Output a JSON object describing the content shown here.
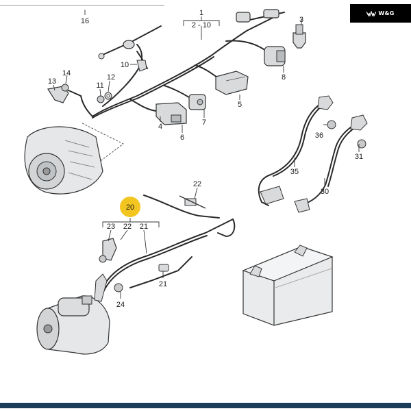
{
  "brand": {
    "text": "W&G",
    "mark_icon": "wings-icon"
  },
  "callouts": {
    "n1": "1",
    "n2_10": "2 - 10",
    "n3": "3",
    "n4": "4",
    "n5": "5",
    "n6": "6",
    "n7": "7",
    "n8": "8",
    "n10": "10",
    "n11": "11",
    "n12": "12",
    "n13": "13",
    "n14": "14",
    "n16": "16",
    "n20": "20",
    "n21a": "21",
    "n21b": "21",
    "n22a": "22",
    "n22b": "22",
    "n23": "23",
    "n24": "24",
    "n30": "30",
    "n31": "31",
    "n35": "35",
    "n36": "36"
  },
  "highlight_color": "#f2c521",
  "line_color": "#2a2a2a",
  "footer_color": "#1c3d5a"
}
